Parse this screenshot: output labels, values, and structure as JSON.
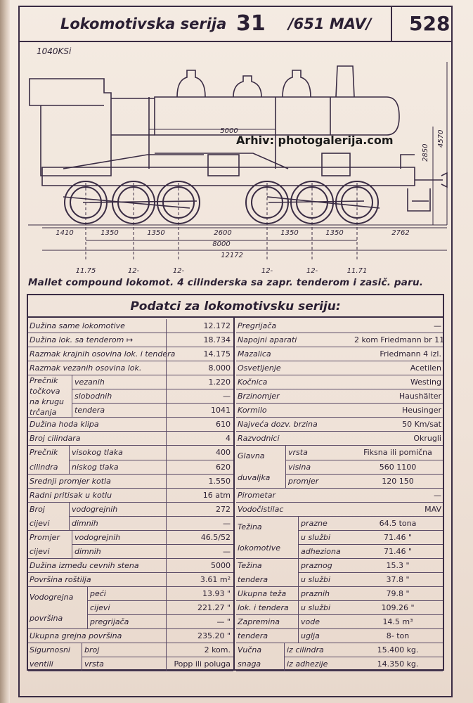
{
  "header": {
    "title_prefix": "Lokomotivska serija",
    "series": "31",
    "mav": "/651 MAV/",
    "page": "528"
  },
  "weight_label": "1040KSi",
  "watermark": "Arhiv: photogalerija.com",
  "drawing": {
    "inner_dim": "5000",
    "height_1": "2850",
    "height_2": "4570",
    "dims_row1": [
      "1410",
      "1350",
      "1350",
      "2600",
      "1350",
      "1350",
      "2762"
    ],
    "dims_row2": "8000",
    "dims_row3": "12172",
    "axle_loads": [
      "11.75",
      "12-",
      "12-",
      "12-",
      "12-",
      "11.71"
    ]
  },
  "caption": "Mallet compound lokomot. 4 cilinderska sa zapr. tenderom i zasič. paru.",
  "table": {
    "title": "Podatci za lokomotivsku seriju:",
    "left": [
      {
        "label": "Dužina same lokomotive",
        "value": "12.172"
      },
      {
        "label": "Dužina lok. sa tenderom ↦",
        "value": "18.734"
      },
      {
        "label": "Razmak krajnih osovina lok. i tendera",
        "value": "14.175"
      },
      {
        "label": "Razmak vezanih osovina lok.",
        "value": "8.000"
      },
      {
        "label": "vezanih",
        "value": "1.220"
      },
      {
        "label": "slobodnih",
        "value": "—"
      },
      {
        "label": "tendera",
        "value": "1041"
      },
      {
        "label": "Dužina hoda klipa",
        "value": "610"
      },
      {
        "label": "Broj cilindara",
        "value": "4"
      },
      {
        "label": "visokog tlaka",
        "value": "400"
      },
      {
        "label": "niskog tlaka",
        "value": "620"
      },
      {
        "label": "Srednji promjer kotla",
        "value": "1.550"
      },
      {
        "label": "Radni pritisak u kotlu",
        "value": "16 atm"
      },
      {
        "label": "vodogrejnih",
        "value": "272"
      },
      {
        "label": "dimnih",
        "value": "—"
      },
      {
        "label": "vodogrejnih",
        "value": "46.5/52"
      },
      {
        "label": "dimnih",
        "value": "—"
      },
      {
        "label": "Dužina između cevnih stena",
        "value": "5000"
      },
      {
        "label": "Površina roštilja",
        "value": "3.61 m²"
      },
      {
        "label": "peći",
        "value": "13.93 \""
      },
      {
        "label": "cijevi",
        "value": "221.27 \""
      },
      {
        "label": "pregrijača",
        "value": "— \""
      },
      {
        "label": "Ukupna grejna površina",
        "value": "235.20 \""
      },
      {
        "label": "broj",
        "value": "2 kom."
      },
      {
        "label": "vrsta",
        "value": "Popp ili poluga"
      }
    ],
    "left_groups": {
      "precnik_tockova": [
        "Prečnik",
        "točkova",
        "na krugu",
        "trčanja"
      ],
      "precnik_cilindra": [
        "Prečnik",
        "cilindra"
      ],
      "broj_cijevi": [
        "Broj",
        "cijevi"
      ],
      "promjer_cijevi": [
        "Promjer",
        "cijevi"
      ],
      "vodogrejna": [
        "Vodogrejna",
        "površina"
      ],
      "sigurnosni": [
        "Sigurnosni",
        "ventili"
      ]
    },
    "right": [
      {
        "label": "Pregrijača",
        "value": "—"
      },
      {
        "label": "Napojni aparati",
        "value": "2 kom Friedmann br 11"
      },
      {
        "label": "Mazalica",
        "value": "Friedmann 4 izl."
      },
      {
        "label": "Osvetljenje",
        "value": "Acetilen"
      },
      {
        "label": "Kočnica",
        "value": "Westing"
      },
      {
        "label": "Brzinomjer",
        "value": "Haushälter"
      },
      {
        "label": "Kormilo",
        "value": "Heusinger"
      },
      {
        "label": "Najveća dozv. brzina",
        "value": "50 Km/sat"
      },
      {
        "label": "Razvodnici",
        "value": "Okrugli"
      },
      {
        "label": "vrsta",
        "value": "Fiksna ili pomična"
      },
      {
        "label": "visina",
        "value": "560    1100"
      },
      {
        "label": "promjer",
        "value": "120    150"
      },
      {
        "label": "Pirometar",
        "value": "—"
      },
      {
        "label": "Vodočistilac",
        "value": "MAV"
      },
      {
        "label": "prazne",
        "value": "64.5 tona"
      },
      {
        "label": "u službi",
        "value": "71.46 \""
      },
      {
        "label": "adheziona",
        "value": "71.46 \""
      },
      {
        "label": "praznog",
        "value": "15.3 \""
      },
      {
        "label": "u službi",
        "value": "37.8 \""
      },
      {
        "label": "praznih",
        "value": "79.8 \""
      },
      {
        "label": "u službi",
        "value": "109.26 \""
      },
      {
        "label": "vode",
        "value": "14.5 m³"
      },
      {
        "label": "uglja",
        "value": "8- ton"
      },
      {
        "label": "iz cilindra",
        "value": "15.400 kg."
      },
      {
        "label": "iz adhezije",
        "value": "14.350 kg."
      }
    ],
    "right_groups": {
      "glavna": [
        "Glavna",
        "duvaljka"
      ],
      "tezina_lok": [
        "Težina",
        "lokomotive"
      ],
      "tezina_tend": [
        "Težina",
        "tendera"
      ],
      "ukupna": [
        "Ukupna teža",
        "lok. i tendera"
      ],
      "zapremina": [
        "Zapremina",
        "tendera"
      ],
      "vucna": [
        "Vučna",
        "snaga"
      ]
    }
  }
}
